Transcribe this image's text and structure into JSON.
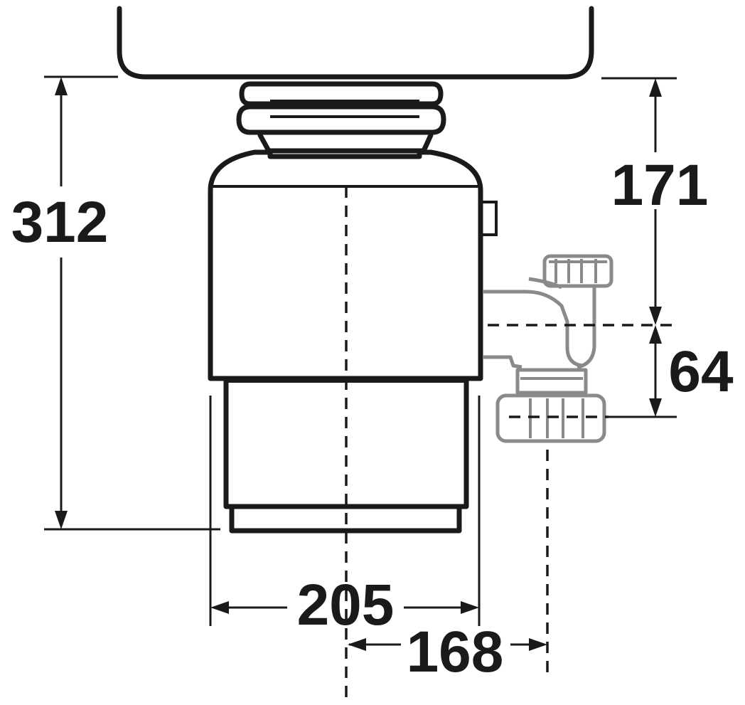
{
  "dimensions": {
    "overall_height": "312",
    "body_diameter": "205",
    "outlet_offset": "168",
    "inlet_height": "171",
    "drain_drop": "64"
  },
  "colors": {
    "outline": "#1a1a1a",
    "drain_fitting": "#8a8a8a",
    "background": "#ffffff"
  }
}
